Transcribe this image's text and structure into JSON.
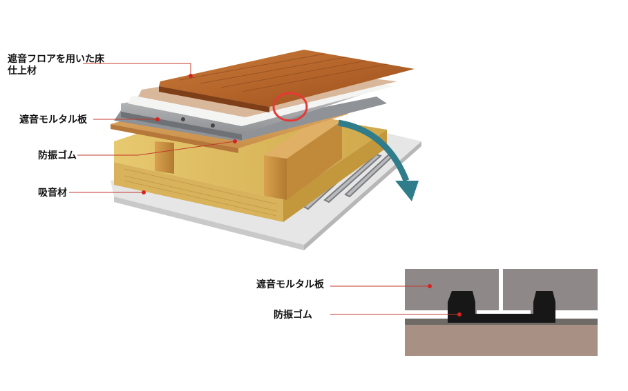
{
  "labels": {
    "floor_finish": "遮音フロアを用いた床仕上材",
    "mortar_board": "遮音モルタル板",
    "vibration_rubber": "防振ゴム",
    "sound_absorber": "吸音材",
    "detail_mortar_board": "遮音モルタル板",
    "detail_vibration_rubber": "防振ゴム"
  },
  "colors": {
    "leader_line": "#c0392b",
    "callout_circle": "#e53935",
    "arrow": "#2f7c8a"
  }
}
